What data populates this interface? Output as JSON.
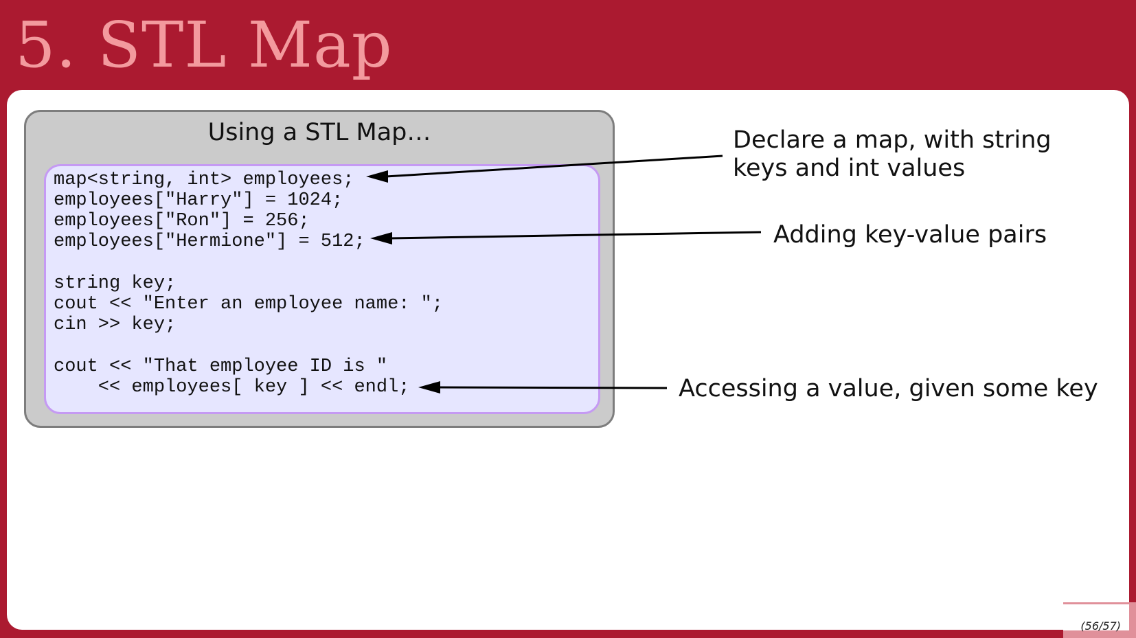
{
  "slide": {
    "title": "5. STL Map",
    "page_number": "(56/57)"
  },
  "box": {
    "title": "Using a STL Map…"
  },
  "code": {
    "lines": [
      "map<string, int> employees;",
      "employees[\"Harry\"] = 1024;",
      "employees[\"Ron\"] = 256;",
      "employees[\"Hermione\"] = 512;",
      "",
      "string key;",
      "cout << \"Enter an employee name: \";",
      "cin >> key;",
      "",
      "cout << \"That employee ID is \"",
      "    << employees[ key ] << endl;"
    ]
  },
  "annotations": {
    "declare_line1": "Declare a map, with string",
    "declare_line2": "keys and int values",
    "adding": "Adding key-value pairs",
    "accessing": "Accessing a value, given some key"
  },
  "colors": {
    "background": "#ab1a30",
    "title": "#f39a9e",
    "outer_box_fill": "#cbcbcb",
    "code_box_fill": "#e6e6ff",
    "code_box_border": "#c59af3"
  }
}
